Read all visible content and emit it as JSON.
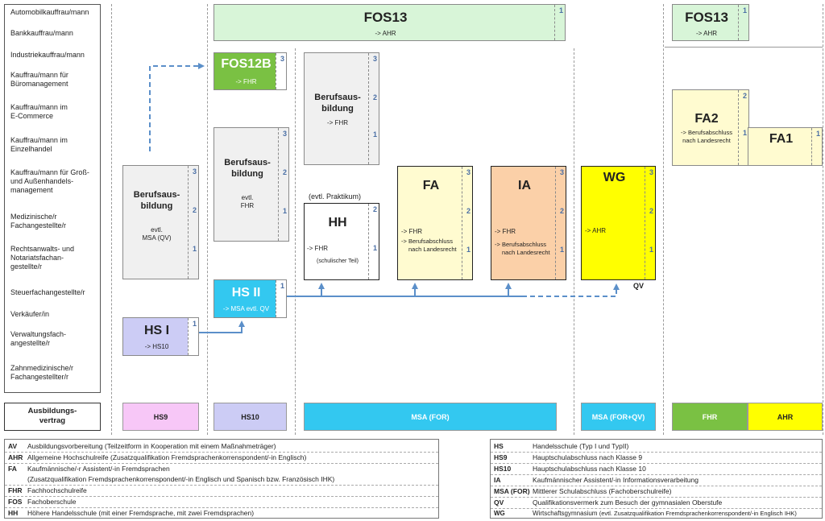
{
  "colors": {
    "fos": "#d8f5d8",
    "fos12b": "#7ac143",
    "gray": "#f0f0f0",
    "yellow_light": "#fffbd0",
    "orange": "#fbd0a8",
    "yellow": "#ffff00",
    "cyan": "#33c8f0",
    "lavender": "#ccccf5",
    "pink": "#f7c7f7",
    "green": "#7ac143",
    "arrow": "#5b8fc9"
  },
  "occupations": [
    "Automobilkauffrau/mann",
    "Bankkauffrau/mann",
    "Industriekauffrau/mann",
    "Kauffrau/mann für Büromanagement",
    "Kauffrau/mann im E-Commerce",
    "Kauffrau/mann im Einzelhandel",
    "Kauffrau/mann für Groß- und Außenhandels-management",
    "Medizinische/r Fachangestellte/r",
    "Rechtsanwalts- und Notariatsfachan-gestellte/r",
    "Steuerfachangestellte/r",
    "Verkäufer/in",
    "Verwaltungsfach-angestellte/r",
    "Zahnmedizinische/r Fachangestellter/r"
  ],
  "occupations_lines": [
    [
      "Automobilkauffrau/mann"
    ],
    [
      "Bankkauffrau/mann"
    ],
    [
      "Industriekauffrau/mann"
    ],
    [
      "Kauffrau/mann für",
      "Büromanagement"
    ],
    [
      "Kauffrau/mann im",
      "E-Commerce"
    ],
    [
      "Kauffrau/mann im",
      "Einzelhandel"
    ],
    [
      "Kauffrau/mann für Groß-",
      "und Außenhandels-",
      "management"
    ],
    [
      "Medizinische/r",
      "Fachangestellte/r"
    ],
    [
      "Rechtsanwalts- und",
      "Notariatsfachan-",
      "gestellte/r"
    ],
    [
      "Steuerfachangestellte/r"
    ],
    [
      "Verkäufer/in"
    ],
    [
      "Verwaltungsfach-",
      "angestellte/r"
    ],
    [
      "Zahnmedizinische/r",
      "Fachangestellter/r"
    ]
  ],
  "boxes": {
    "fos13_main": {
      "title": "FOS13",
      "sub": "-> AHR",
      "nums": [
        "1"
      ]
    },
    "fos13_right": {
      "title": "FOS13",
      "sub": "-> AHR",
      "nums": [
        "1"
      ]
    },
    "fos12b": {
      "title": "FOS12B",
      "sub": "-> FHR",
      "nums": [
        "3"
      ]
    },
    "berufs_top": {
      "title1": "Berufsaus-",
      "title2": "bildung",
      "sub": "-> FHR",
      "nums": [
        "3",
        "2",
        "1"
      ]
    },
    "berufs_mid": {
      "title1": "Berufsaus-",
      "title2": "bildung",
      "sub1": "evtl.",
      "sub2": "FHR",
      "nums": [
        "3",
        "2",
        "1"
      ]
    },
    "berufs_left": {
      "title1": "Berufsaus-",
      "title2": "bildung",
      "sub1": "evtl.",
      "sub2": "MSA (QV)",
      "nums": [
        "3",
        "2",
        "1"
      ]
    },
    "hh": {
      "pre": "(evtl. Praktikum)",
      "title": "HH",
      "sub1": "-> FHR",
      "sub2": "(schulischer Teil)",
      "nums": [
        "2",
        "1"
      ]
    },
    "fa": {
      "title": "FA",
      "sub1": "-> FHR",
      "sub2": "-> Berufsabschluss",
      "sub3": "nach Landesrecht",
      "nums": [
        "3",
        "2",
        "1"
      ]
    },
    "ia": {
      "title": "IA",
      "sub1": "-> FHR",
      "sub2": "-> Berufsabschluss",
      "sub3": "nach Landesrecht",
      "nums": [
        "3",
        "2",
        "1"
      ]
    },
    "wg": {
      "title": "WG",
      "sub": "-> AHR",
      "post": "QV",
      "nums": [
        "3",
        "2",
        "1"
      ]
    },
    "fa2": {
      "title": "FA2",
      "sub1": "-> Berufsabschluss",
      "sub2": "nach Landesrecht",
      "nums": [
        "2",
        "1"
      ]
    },
    "fa1": {
      "title": "FA1",
      "nums": [
        "1"
      ]
    },
    "hs2": {
      "title": "HS II",
      "sub": "-> MSA evtl. QV",
      "nums": [
        "1"
      ]
    },
    "hs1": {
      "title": "HS I",
      "sub": "-> HS10",
      "nums": [
        "1"
      ]
    }
  },
  "bottom_row": {
    "label": "Ausbildungs-vertrag",
    "label1": "Ausbildungs-",
    "label2": "vertrag",
    "hs9": "HS9",
    "hs10": "HS10",
    "msa": "MSA (FOR)",
    "msa_qv": "MSA (FOR+QV)",
    "fhr": "FHR",
    "ahr": "AHR"
  },
  "legend_left": [
    {
      "abbr": "AV",
      "text": "Ausbildungsvorbereitung (Teilzeitform in Kooperation mit einem Maßnahmeträger)"
    },
    {
      "abbr": "AHR",
      "text": "Allgemeine Hochschulreife (Zusatzqualifikation Fremdsprachenkorrenspondent/-in Englisch)"
    },
    {
      "abbr": "FA",
      "text": "Kaufmännische/-r Assistent/-in Fremdsprachen",
      "text2": "(Zusatzqualifikation Fremdsprachenkorrenspondent/-in Englisch und Spanisch bzw. Französisch IHK)"
    },
    {
      "abbr": "FHR",
      "text": "Fachhochschulreife"
    },
    {
      "abbr": "FOS",
      "text": "Fachoberschule"
    },
    {
      "abbr": "HH",
      "text": "Höhere Handelsschule (mit einer Fremdsprache, mit zwei Fremdsprachen)"
    }
  ],
  "legend_right": [
    {
      "abbr": "HS",
      "text": "Handelsschule (Typ I und TypII)"
    },
    {
      "abbr": "HS9",
      "text": "Hauptschulabschluss nach Klasse 9"
    },
    {
      "abbr": "HS10",
      "text": "Hauptschulabschluss nach Klasse 10"
    },
    {
      "abbr": "IA",
      "text": "Kaufmännischer Assistent/-in Informationsverarbeitung"
    },
    {
      "abbr": "MSA (FOR)",
      "text": "Mittlerer Schulabschluss (Fachoberschulreife)"
    },
    {
      "abbr": "QV",
      "text": "Qualifikationsvermerk zum Besuch der gymnasialen Oberstufe"
    },
    {
      "abbr": "WG",
      "text": "Wirtschaftsgymnasium",
      "text2": "(evtl. Zusatzqualifikation Fremdsprachenkorrenspondent/-in Englisch IHK)"
    }
  ]
}
